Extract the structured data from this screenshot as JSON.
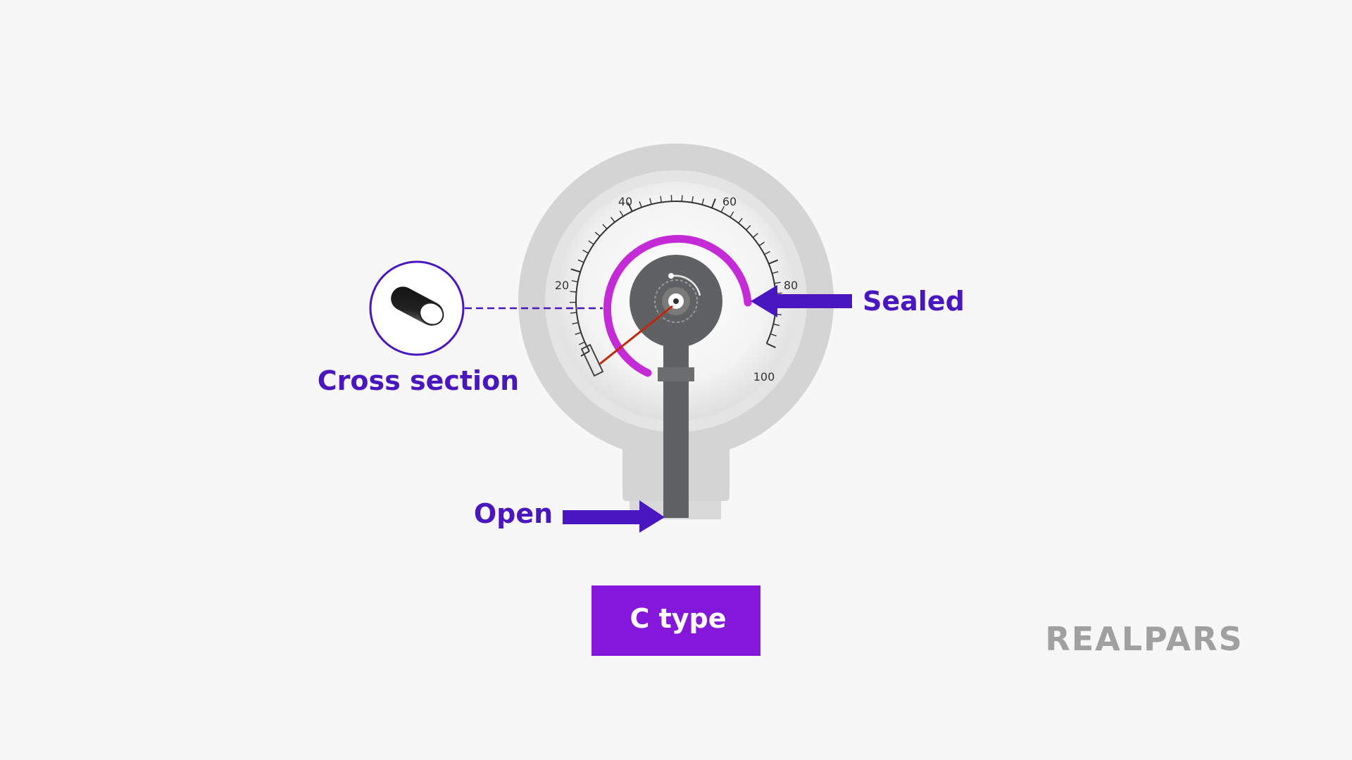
{
  "labels": {
    "cross_section": "Cross section",
    "sealed": "Sealed",
    "open": "Open",
    "type_badge": "C type"
  },
  "gauge": {
    "ticks": [
      "20",
      "40",
      "60",
      "80",
      "100"
    ]
  },
  "brand": {
    "logo_text": "REALPARS"
  },
  "colors": {
    "background": "#f7f7f7",
    "accent_purple": "#4a16c0",
    "badge_purple": "#8417d9",
    "tube_magenta": "#c42ad6",
    "needle_red": "#c0260a",
    "gauge_gray": "#d4d4d4",
    "hub_gray": "#5f6163",
    "logo_gray": "#a0a0a0"
  }
}
